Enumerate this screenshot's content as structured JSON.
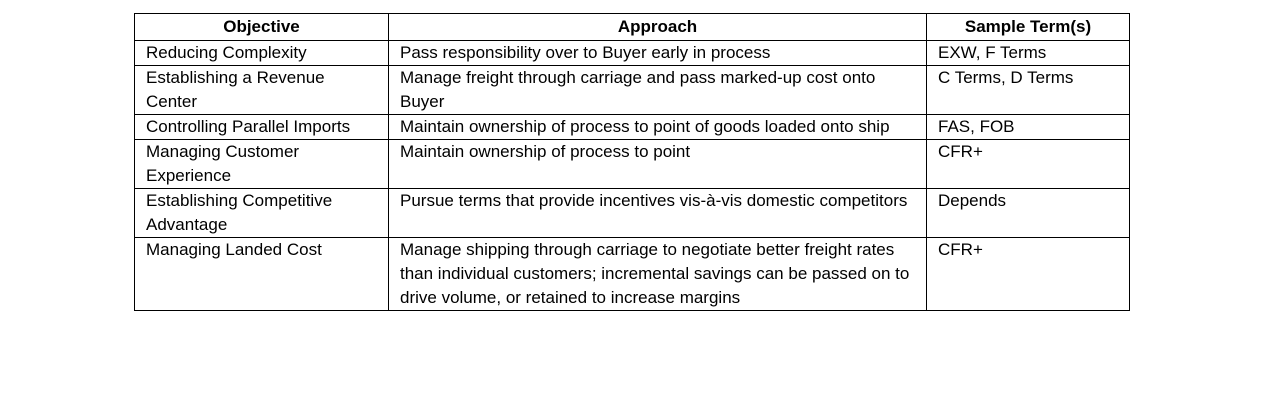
{
  "table": {
    "headers": [
      "Objective",
      "Approach",
      "Sample Term(s)"
    ],
    "rows": [
      {
        "objective": "Reducing Complexity",
        "approach": "Pass responsibility over to Buyer early in process",
        "terms": "EXW, F Terms"
      },
      {
        "objective": "Establishing a Revenue Center",
        "approach": "Manage freight through carriage and pass marked-up cost onto Buyer",
        "terms": "C Terms, D Terms"
      },
      {
        "objective": "Controlling Parallel Imports",
        "approach": "Maintain ownership of process to point of goods loaded onto ship",
        "terms": "FAS, FOB"
      },
      {
        "objective": "Managing Customer Experience",
        "approach": "Maintain ownership of process to point",
        "terms": "CFR+"
      },
      {
        "objective": "Establishing Competitive Advantage",
        "approach": "Pursue terms that provide incentives vis-à-vis domestic competitors",
        "terms": "Depends"
      },
      {
        "objective": "Managing Landed Cost",
        "approach": "Manage shipping through carriage to negotiate better freight rates than individual customers; incremental savings can be passed on to drive volume, or retained to increase margins",
        "terms": "CFR+"
      }
    ]
  }
}
